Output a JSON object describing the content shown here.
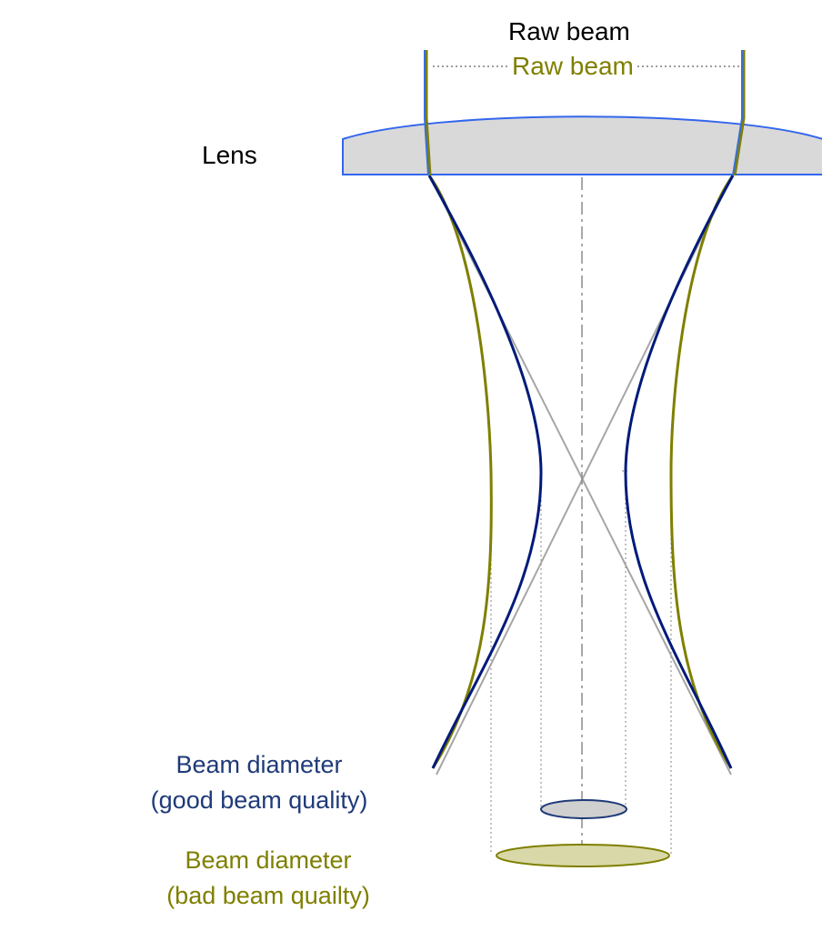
{
  "labels": {
    "raw_beam_good": "Raw beam",
    "raw_beam_bad": "Raw beam",
    "lens": "Lens",
    "good": {
      "line1": "Beam diameter",
      "line2": "(good beam quality)"
    },
    "bad": {
      "line1": "Beam diameter",
      "line2": "(bad beam quailty)"
    }
  },
  "colors": {
    "text": "#000000",
    "good_beam": "#001a7a",
    "good_text": "#1f3a78",
    "bad_beam": "#7f7f00",
    "bad_text": "#7f7f00",
    "lens_fill": "#d9d9d9",
    "lens_stroke": "#3366ee",
    "geometric_ray": "#a6a6a6",
    "axis": "#808080",
    "good_spot_fill": "#d0d0d0",
    "bad_spot_fill": "#d8d8a8"
  }
}
